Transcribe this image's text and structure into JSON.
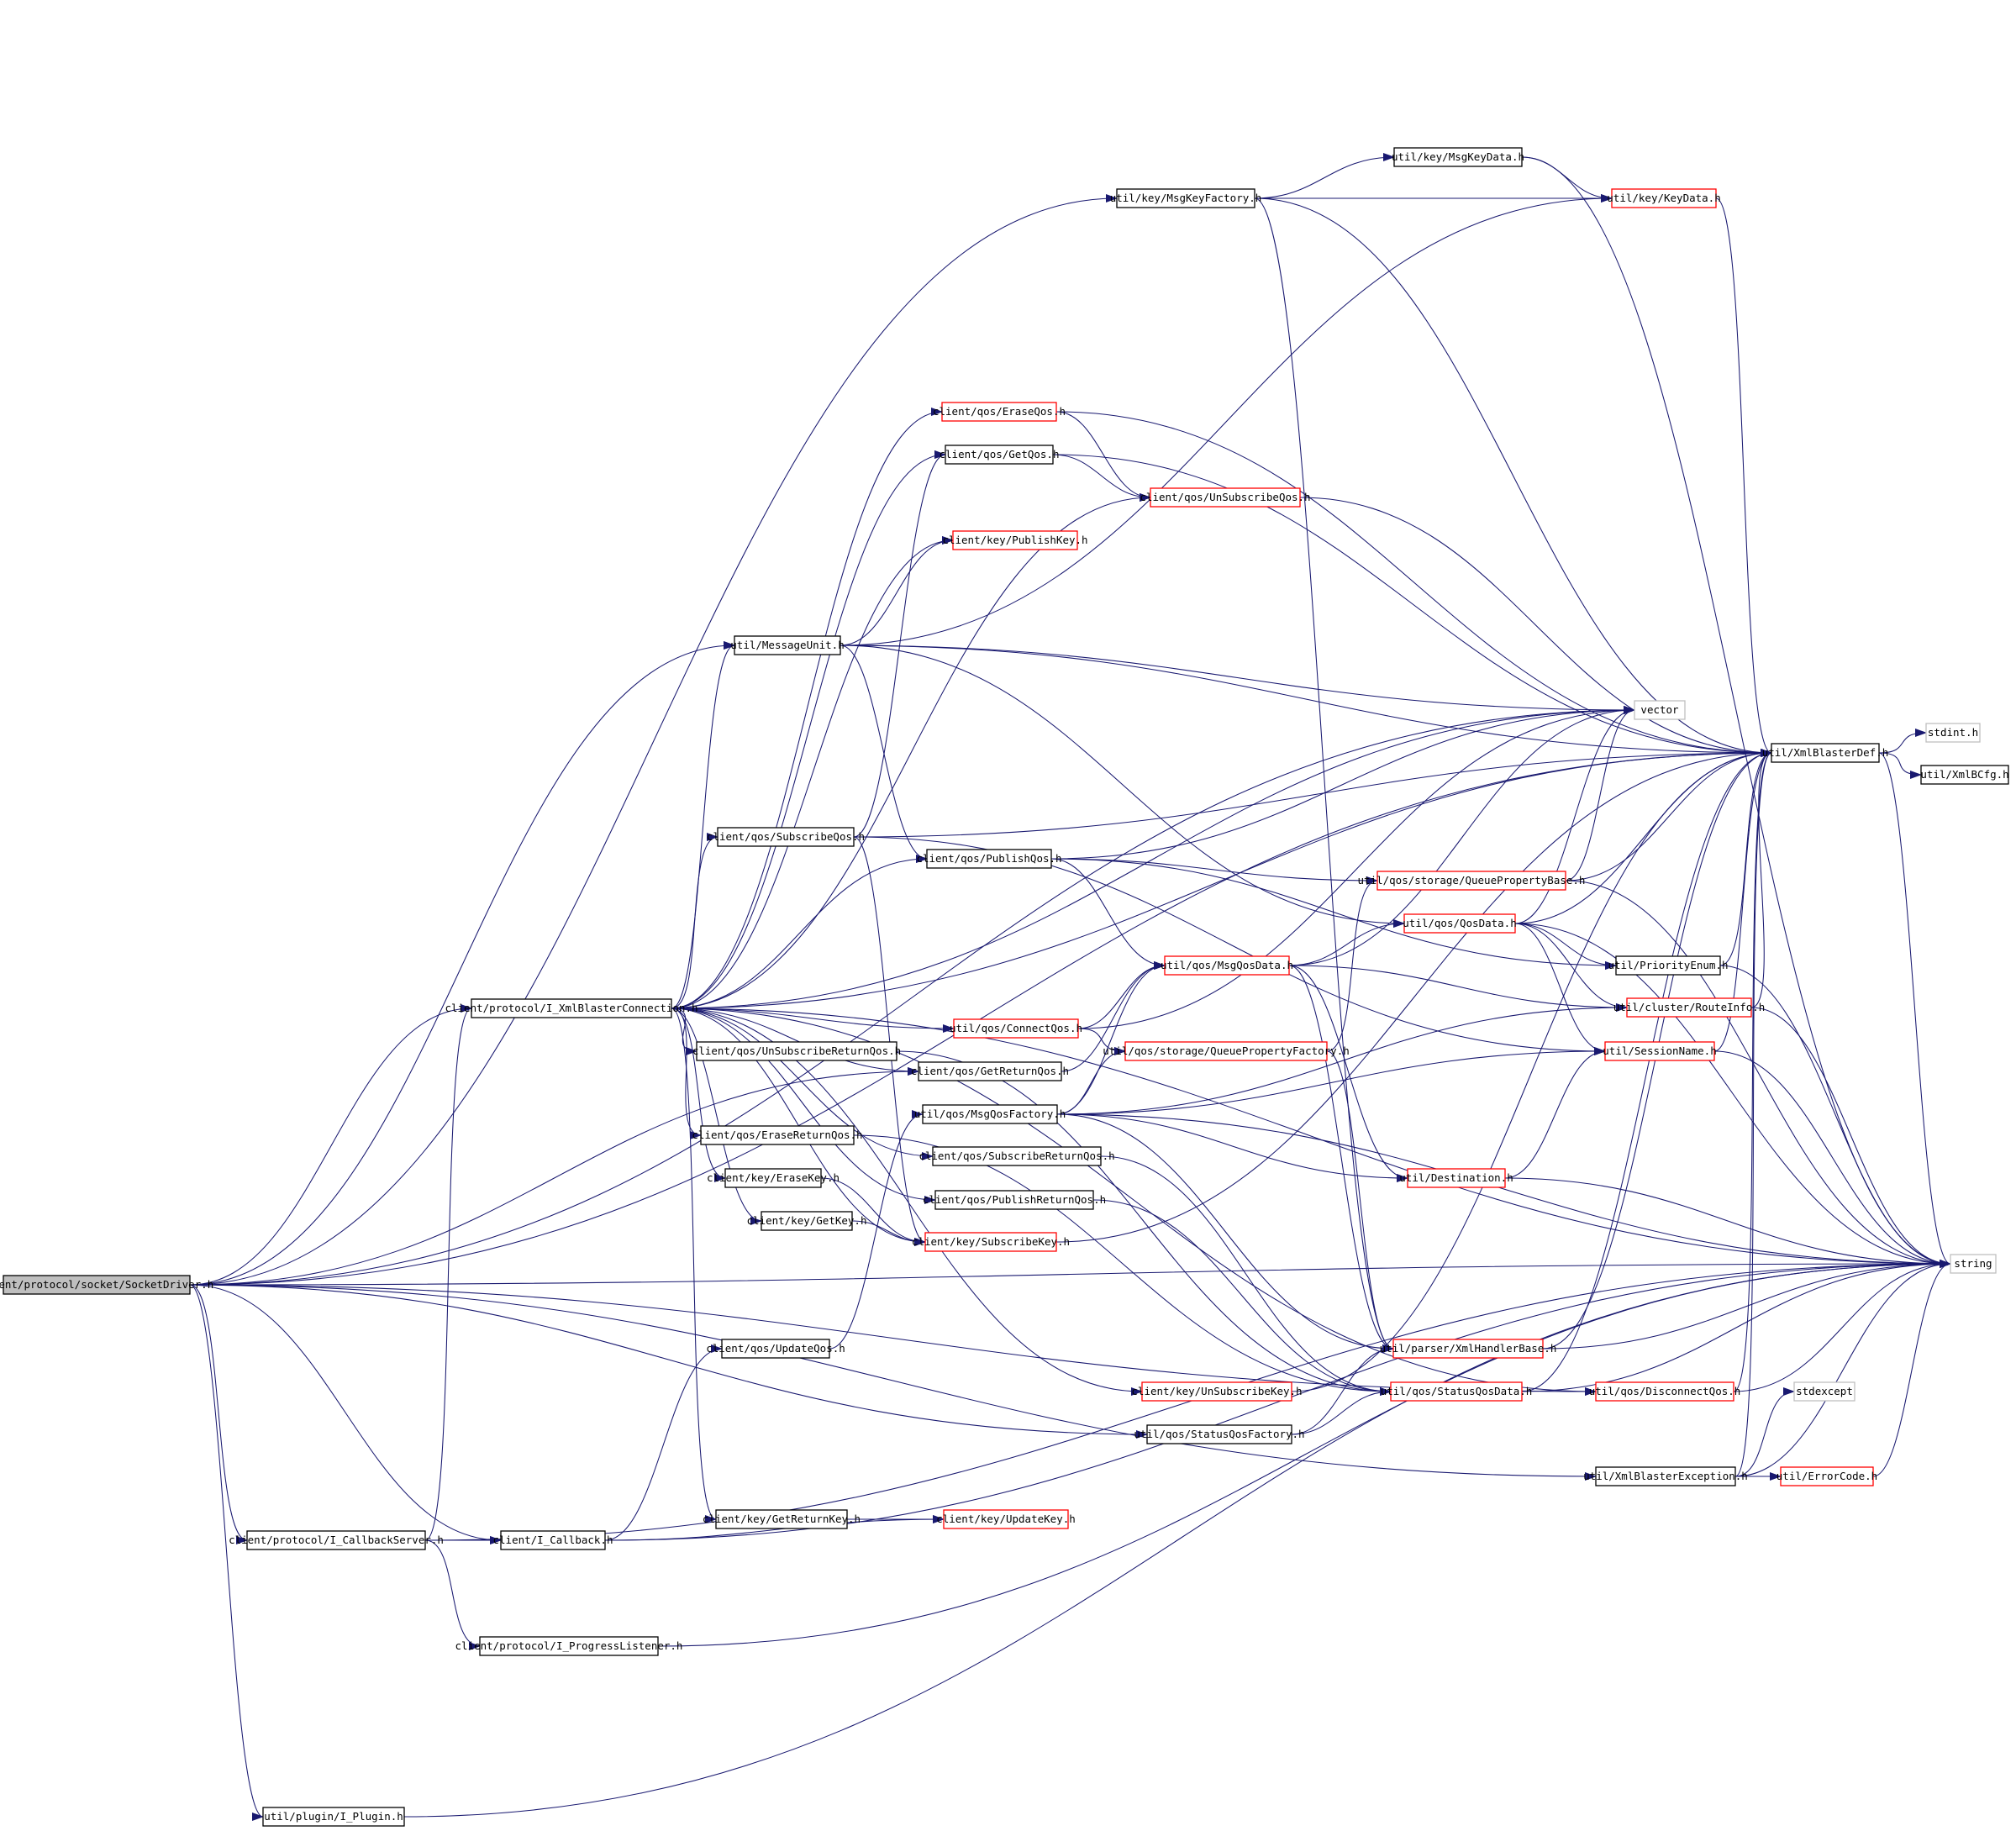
{
  "colors": {
    "edge": "#191970",
    "arrow": "#191970",
    "box_normal": "#000000",
    "box_truncated": "#ff0000",
    "box_external": "#bfbfbf",
    "box_root_fill": "#bfbfbf"
  },
  "nodes": [
    {
      "id": "socketdriver",
      "label": "client/protocol/socket/SocketDriver.h",
      "style": "root"
    },
    {
      "id": "ixmlconn",
      "label": "client/protocol/I_XmlBlasterConnection.h",
      "style": "normal"
    },
    {
      "id": "icallbackserver",
      "label": "client/protocol/I_CallbackServer.h",
      "style": "normal"
    },
    {
      "id": "icallback",
      "label": "client/I_Callback.h",
      "style": "normal"
    },
    {
      "id": "iprogress",
      "label": "client/protocol/I_ProgressListener.h",
      "style": "normal"
    },
    {
      "id": "iplugin",
      "label": "util/plugin/I_Plugin.h",
      "style": "normal"
    },
    {
      "id": "msgkeyfactory",
      "label": "util/key/MsgKeyFactory.h",
      "style": "normal"
    },
    {
      "id": "msgkeydata",
      "label": "util/key/MsgKeyData.h",
      "style": "normal"
    },
    {
      "id": "keydata",
      "label": "util/key/KeyData.h",
      "style": "truncated"
    },
    {
      "id": "eraseqos",
      "label": "client/qos/EraseQos.h",
      "style": "truncated"
    },
    {
      "id": "getqos",
      "label": "client/qos/GetQos.h",
      "style": "normal"
    },
    {
      "id": "unsubscribeqos",
      "label": "client/qos/UnSubscribeQos.h",
      "style": "truncated"
    },
    {
      "id": "publishkey",
      "label": "client/key/PublishKey.h",
      "style": "truncated"
    },
    {
      "id": "messageunit",
      "label": "util/MessageUnit.h",
      "style": "normal"
    },
    {
      "id": "vector",
      "label": "vector",
      "style": "external"
    },
    {
      "id": "stdint",
      "label": "stdint.h",
      "style": "external"
    },
    {
      "id": "xmlblasterdef",
      "label": "util/XmlBlasterDef.h",
      "style": "normal"
    },
    {
      "id": "xmlbcfg",
      "label": "util/XmlBCfg.h",
      "style": "normal"
    },
    {
      "id": "subscribeqos",
      "label": "client/qos/SubscribeQos.h",
      "style": "normal"
    },
    {
      "id": "publishqos",
      "label": "client/qos/PublishQos.h",
      "style": "normal"
    },
    {
      "id": "queuepropbase",
      "label": "util/qos/storage/QueuePropertyBase.h",
      "style": "truncated"
    },
    {
      "id": "qosdata",
      "label": "util/qos/QosData.h",
      "style": "truncated"
    },
    {
      "id": "msgqosdata",
      "label": "util/qos/MsgQosData.h",
      "style": "truncated"
    },
    {
      "id": "priorityenum",
      "label": "util/PriorityEnum.h",
      "style": "normal"
    },
    {
      "id": "routeinfo",
      "label": "util/cluster/RouteInfo.h",
      "style": "truncated"
    },
    {
      "id": "connectqos",
      "label": "util/qos/ConnectQos.h",
      "style": "truncated"
    },
    {
      "id": "queuepropfactory",
      "label": "util/qos/storage/QueuePropertyFactory.h",
      "style": "truncated"
    },
    {
      "id": "sessionname",
      "label": "util/SessionName.h",
      "style": "truncated"
    },
    {
      "id": "unsubscribereturnqos",
      "label": "client/qos/UnSubscribeReturnQos.h",
      "style": "normal"
    },
    {
      "id": "getreturnqos",
      "label": "client/qos/GetReturnQos.h",
      "style": "normal"
    },
    {
      "id": "msgqosfactory",
      "label": "util/qos/MsgQosFactory.h",
      "style": "normal"
    },
    {
      "id": "erasereturnqos",
      "label": "client/qos/EraseReturnQos.h",
      "style": "normal"
    },
    {
      "id": "subscribereturnqos",
      "label": "client/qos/SubscribeReturnQos.h",
      "style": "normal"
    },
    {
      "id": "destination",
      "label": "util/Destination.h",
      "style": "truncated"
    },
    {
      "id": "erasekey",
      "label": "client/key/EraseKey.h",
      "style": "normal"
    },
    {
      "id": "publishreturnqos",
      "label": "client/qos/PublishReturnQos.h",
      "style": "normal"
    },
    {
      "id": "getkey",
      "label": "client/key/GetKey.h",
      "style": "normal"
    },
    {
      "id": "subscribekey",
      "label": "client/key/SubscribeKey.h",
      "style": "truncated"
    },
    {
      "id": "string",
      "label": "string",
      "style": "external"
    },
    {
      "id": "updateqos",
      "label": "client/qos/UpdateQos.h",
      "style": "normal"
    },
    {
      "id": "xmlhandlerbase",
      "label": "util/parser/XmlHandlerBase.h",
      "style": "truncated"
    },
    {
      "id": "unsubscribekey",
      "label": "client/key/UnSubscribeKey.h",
      "style": "truncated"
    },
    {
      "id": "statusqosdata",
      "label": "util/qos/StatusQosData.h",
      "style": "truncated"
    },
    {
      "id": "disconnectqos",
      "label": "util/qos/DisconnectQos.h",
      "style": "truncated"
    },
    {
      "id": "stdexcept",
      "label": "stdexcept",
      "style": "external"
    },
    {
      "id": "statusqosfactory",
      "label": "util/qos/StatusQosFactory.h",
      "style": "normal"
    },
    {
      "id": "xmlblasterexception",
      "label": "util/XmlBlasterException.h",
      "style": "normal"
    },
    {
      "id": "errorcode",
      "label": "util/ErrorCode.h",
      "style": "truncated"
    },
    {
      "id": "getreturnkey",
      "label": "client/key/GetReturnKey.h",
      "style": "normal"
    },
    {
      "id": "updatekey",
      "label": "client/key/UpdateKey.h",
      "style": "truncated"
    }
  ],
  "edges": [
    [
      "socketdriver",
      "ixmlconn"
    ],
    [
      "socketdriver",
      "messageunit"
    ],
    [
      "socketdriver",
      "msgkeyfactory"
    ],
    [
      "socketdriver",
      "vector"
    ],
    [
      "socketdriver",
      "xmlblasterdef"
    ],
    [
      "socketdriver",
      "string"
    ],
    [
      "socketdriver",
      "icallbackserver"
    ],
    [
      "socketdriver",
      "icallback"
    ],
    [
      "socketdriver",
      "iplugin"
    ],
    [
      "socketdriver",
      "statusqosfactory"
    ],
    [
      "socketdriver",
      "xmlblasterexception"
    ],
    [
      "socketdriver",
      "disconnectqos"
    ],
    [
      "socketdriver",
      "getreturnqos"
    ],
    [
      "ixmlconn",
      "eraseqos"
    ],
    [
      "ixmlconn",
      "getqos"
    ],
    [
      "ixmlconn",
      "unsubscribeqos"
    ],
    [
      "ixmlconn",
      "publishkey"
    ],
    [
      "ixmlconn",
      "messageunit"
    ],
    [
      "ixmlconn",
      "vector"
    ],
    [
      "ixmlconn",
      "xmlblasterdef"
    ],
    [
      "ixmlconn",
      "subscribeqos"
    ],
    [
      "ixmlconn",
      "publishqos"
    ],
    [
      "ixmlconn",
      "connectqos"
    ],
    [
      "ixmlconn",
      "unsubscribereturnqos"
    ],
    [
      "ixmlconn",
      "getreturnqos"
    ],
    [
      "ixmlconn",
      "erasereturnqos"
    ],
    [
      "ixmlconn",
      "subscribereturnqos"
    ],
    [
      "ixmlconn",
      "erasekey"
    ],
    [
      "ixmlconn",
      "publishreturnqos"
    ],
    [
      "ixmlconn",
      "getkey"
    ],
    [
      "ixmlconn",
      "subscribekey"
    ],
    [
      "ixmlconn",
      "unsubscribekey"
    ],
    [
      "ixmlconn",
      "getreturnkey"
    ],
    [
      "ixmlconn",
      "string"
    ],
    [
      "ixmlconn",
      "disconnectqos"
    ],
    [
      "icallbackserver",
      "icallback"
    ],
    [
      "icallbackserver",
      "iprogress"
    ],
    [
      "icallbackserver",
      "ixmlconn"
    ],
    [
      "icallbackserver",
      "string"
    ],
    [
      "icallback",
      "updateqos"
    ],
    [
      "icallback",
      "updatekey"
    ],
    [
      "icallback",
      "string"
    ],
    [
      "iprogress",
      "string"
    ],
    [
      "iplugin",
      "string"
    ],
    [
      "msgkeyfactory",
      "msgkeydata"
    ],
    [
      "msgkeyfactory",
      "keydata"
    ],
    [
      "msgkeyfactory",
      "xmlblasterdef"
    ],
    [
      "msgkeyfactory",
      "xmlhandlerbase"
    ],
    [
      "msgkeydata",
      "keydata"
    ],
    [
      "msgkeydata",
      "string"
    ],
    [
      "keydata",
      "xmlblasterdef"
    ],
    [
      "eraseqos",
      "unsubscribeqos"
    ],
    [
      "eraseqos",
      "xmlblasterdef"
    ],
    [
      "getqos",
      "unsubscribeqos"
    ],
    [
      "getqos",
      "xmlblasterdef"
    ],
    [
      "unsubscribeqos",
      "xmlblasterdef"
    ],
    [
      "messageunit",
      "publishkey"
    ],
    [
      "messageunit",
      "publishqos"
    ],
    [
      "messageunit",
      "vector"
    ],
    [
      "messageunit",
      "xmlblasterdef"
    ],
    [
      "messageunit",
      "keydata"
    ],
    [
      "messageunit",
      "qosdata"
    ],
    [
      "xmlblasterdef",
      "stdint"
    ],
    [
      "xmlblasterdef",
      "xmlbcfg"
    ],
    [
      "xmlblasterdef",
      "string"
    ],
    [
      "subscribeqos",
      "getqos"
    ],
    [
      "subscribeqos",
      "xmlblasterdef"
    ],
    [
      "subscribeqos",
      "sessionname"
    ],
    [
      "subscribeqos",
      "subscribekey"
    ],
    [
      "publishqos",
      "queuepropbase"
    ],
    [
      "publishqos",
      "msgqosdata"
    ],
    [
      "publishqos",
      "priorityenum"
    ],
    [
      "publishqos",
      "vector"
    ],
    [
      "queuepropbase",
      "xmlblasterdef"
    ],
    [
      "queuepropbase",
      "vector"
    ],
    [
      "queuepropbase",
      "string"
    ],
    [
      "qosdata",
      "xmlblasterdef"
    ],
    [
      "qosdata",
      "priorityenum"
    ],
    [
      "qosdata",
      "routeinfo"
    ],
    [
      "qosdata",
      "sessionname"
    ],
    [
      "qosdata",
      "string"
    ],
    [
      "qosdata",
      "vector"
    ],
    [
      "msgqosdata",
      "qosdata"
    ],
    [
      "msgqosdata",
      "routeinfo"
    ],
    [
      "msgqosdata",
      "destination"
    ],
    [
      "msgqosdata",
      "vector"
    ],
    [
      "msgqosdata",
      "xmlhandlerbase"
    ],
    [
      "priorityenum",
      "xmlblasterdef"
    ],
    [
      "priorityenum",
      "string"
    ],
    [
      "routeinfo",
      "xmlblasterdef"
    ],
    [
      "routeinfo",
      "string"
    ],
    [
      "connectqos",
      "queuepropfactory"
    ],
    [
      "connectqos",
      "vector"
    ],
    [
      "connectqos",
      "msgqosdata"
    ],
    [
      "queuepropfactory",
      "queuepropbase"
    ],
    [
      "queuepropfactory",
      "xmlhandlerbase"
    ],
    [
      "sessionname",
      "xmlblasterdef"
    ],
    [
      "sessionname",
      "string"
    ],
    [
      "unsubscribereturnqos",
      "statusqosdata"
    ],
    [
      "getreturnqos",
      "msgqosdata"
    ],
    [
      "msgqosfactory",
      "msgqosdata"
    ],
    [
      "msgqosfactory",
      "queuepropfactory"
    ],
    [
      "msgqosfactory",
      "routeinfo"
    ],
    [
      "msgqosfactory",
      "destination"
    ],
    [
      "msgqosfactory",
      "sessionname"
    ],
    [
      "msgqosfactory",
      "xmlhandlerbase"
    ],
    [
      "msgqosfactory",
      "string"
    ],
    [
      "erasereturnqos",
      "statusqosdata"
    ],
    [
      "subscribereturnqos",
      "statusqosdata"
    ],
    [
      "destination",
      "sessionname"
    ],
    [
      "destination",
      "string"
    ],
    [
      "erasekey",
      "subscribekey"
    ],
    [
      "publishreturnqos",
      "statusqosdata"
    ],
    [
      "getkey",
      "subscribekey"
    ],
    [
      "subscribekey",
      "xmlblasterdef"
    ],
    [
      "updateqos",
      "msgqosfactory"
    ],
    [
      "xmlhandlerbase",
      "xmlblasterdef"
    ],
    [
      "xmlhandlerbase",
      "string"
    ],
    [
      "unsubscribekey",
      "xmlblasterdef"
    ],
    [
      "statusqosdata",
      "xmlblasterdef"
    ],
    [
      "statusqosdata",
      "string"
    ],
    [
      "disconnectqos",
      "xmlblasterdef"
    ],
    [
      "disconnectqos",
      "string"
    ],
    [
      "statusqosfactory",
      "statusqosdata"
    ],
    [
      "statusqosfactory",
      "xmlhandlerbase"
    ],
    [
      "xmlblasterexception",
      "errorcode"
    ],
    [
      "xmlblasterexception",
      "stdexcept"
    ],
    [
      "xmlblasterexception",
      "xmlblasterdef"
    ],
    [
      "xmlblasterexception",
      "string"
    ],
    [
      "errorcode",
      "string"
    ],
    [
      "getreturnkey",
      "updatekey"
    ]
  ]
}
